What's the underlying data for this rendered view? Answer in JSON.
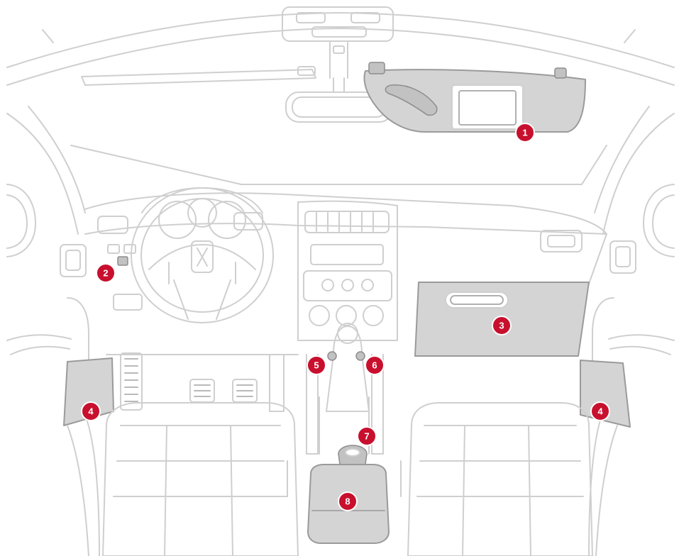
{
  "colors": {
    "marker_fill": "#c8102e",
    "marker_ring": "#ffffff",
    "highlight": "#d4d4d4",
    "outline": "#cfcfcf"
  },
  "markers": [
    {
      "label": "1"
    },
    {
      "label": "2"
    },
    {
      "label": "3"
    },
    {
      "label": "4"
    },
    {
      "label": "4"
    },
    {
      "label": "5"
    },
    {
      "label": "6"
    },
    {
      "label": "7"
    },
    {
      "label": "8"
    }
  ]
}
